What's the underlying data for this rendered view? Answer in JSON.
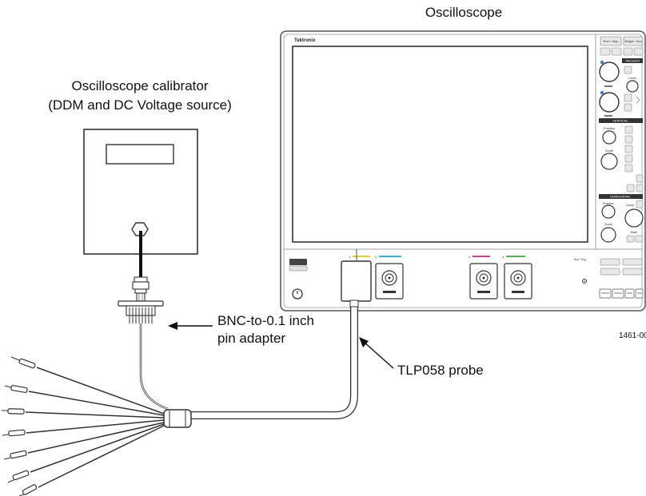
{
  "labels": {
    "oscilloscope": "Oscilloscope",
    "calibrator_line1": "Oscilloscope calibrator",
    "calibrator_line2": "(DDM and DC Voltage source)",
    "adapter_line1": "BNC-to-0.1 inch",
    "adapter_line2": "pin adapter",
    "probe": "TLP058 probe",
    "figure_id": "1461-00"
  },
  "scope_panel": {
    "brand": "Tektronix",
    "buttons_top": [
      "Run / Stop",
      "Single / Seq"
    ],
    "trigger_header": "TRIGGER",
    "trigger_level": "Level",
    "vertical_header": "VERTICAL",
    "vertical_position": "Position",
    "vertical_scale": "Scale",
    "horizontal_header": "HORIZONTAL",
    "horizontal_position": "Position",
    "horizontal_scale": "Scale",
    "zoom": "Zoom",
    "mark": "Mark",
    "aux_trig": "Aux Trig",
    "channels": [
      "1",
      "2",
      "3",
      "4"
    ]
  },
  "colors": {
    "ch1": "#e6d22c",
    "ch2": "#2fb3e0",
    "ch3": "#d23c8c",
    "ch4": "#4cb84c",
    "accent_blue": "#3a7bd5"
  }
}
